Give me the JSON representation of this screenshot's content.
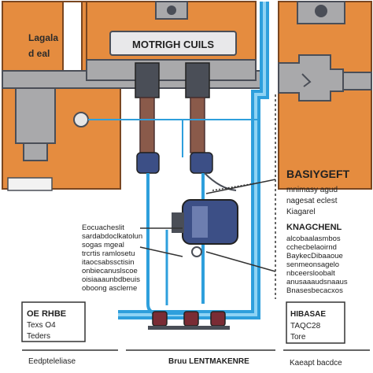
{
  "diagram": {
    "title": "MOTRIGH CUILS",
    "left_block_label_1": "Lagala",
    "left_block_label_2": "d eal",
    "small_tag": "",
    "right_heading": "BASIYGEFT",
    "right_subtext": [
      "mnimasy agud",
      "nagesat eclest",
      "Kiagarel"
    ],
    "left_note_lines": [
      "Eocuacheslit",
      "sardabdoclkatolun",
      "sogas mgeal",
      "trcrtis ramlosetu",
      "itaocsabssctisin",
      "onbiecanuslscoe",
      "oisiaaaunbdbeuis",
      "oboong asclerne"
    ],
    "right_note_heading": "KNAGCHENL",
    "right_note_lines": [
      "alcobaalasmbos",
      "cchecbelaoirnd",
      "BaykecDibaaoue",
      "senmeonsagelo",
      "nbceersloobalt",
      "anusaaaudsnaaus",
      "Bnasesbecacxos"
    ],
    "bottom_left_box_lines": [
      "OE RHBE",
      "Texs O4",
      "Teders"
    ],
    "bottom_left_caption": "Eedpteleliase",
    "bottom_mid_caption": "Bruu LENTMAKENRE",
    "bottom_right_box_lines": [
      "HIBASAE",
      "TAQC28",
      "Tore"
    ],
    "bottom_right_caption": "Kaeapt bacdce",
    "colors": {
      "orange": "#e58c3f",
      "orange_dark": "#b96422",
      "gray": "#a9a9ab",
      "gray_dark": "#4a4e57",
      "blue": "#2e9fdc",
      "blue_light": "#8fd3f4",
      "navy": "#3c4f86",
      "brown": "#8a5a4a",
      "maroon": "#7a2c35"
    }
  }
}
